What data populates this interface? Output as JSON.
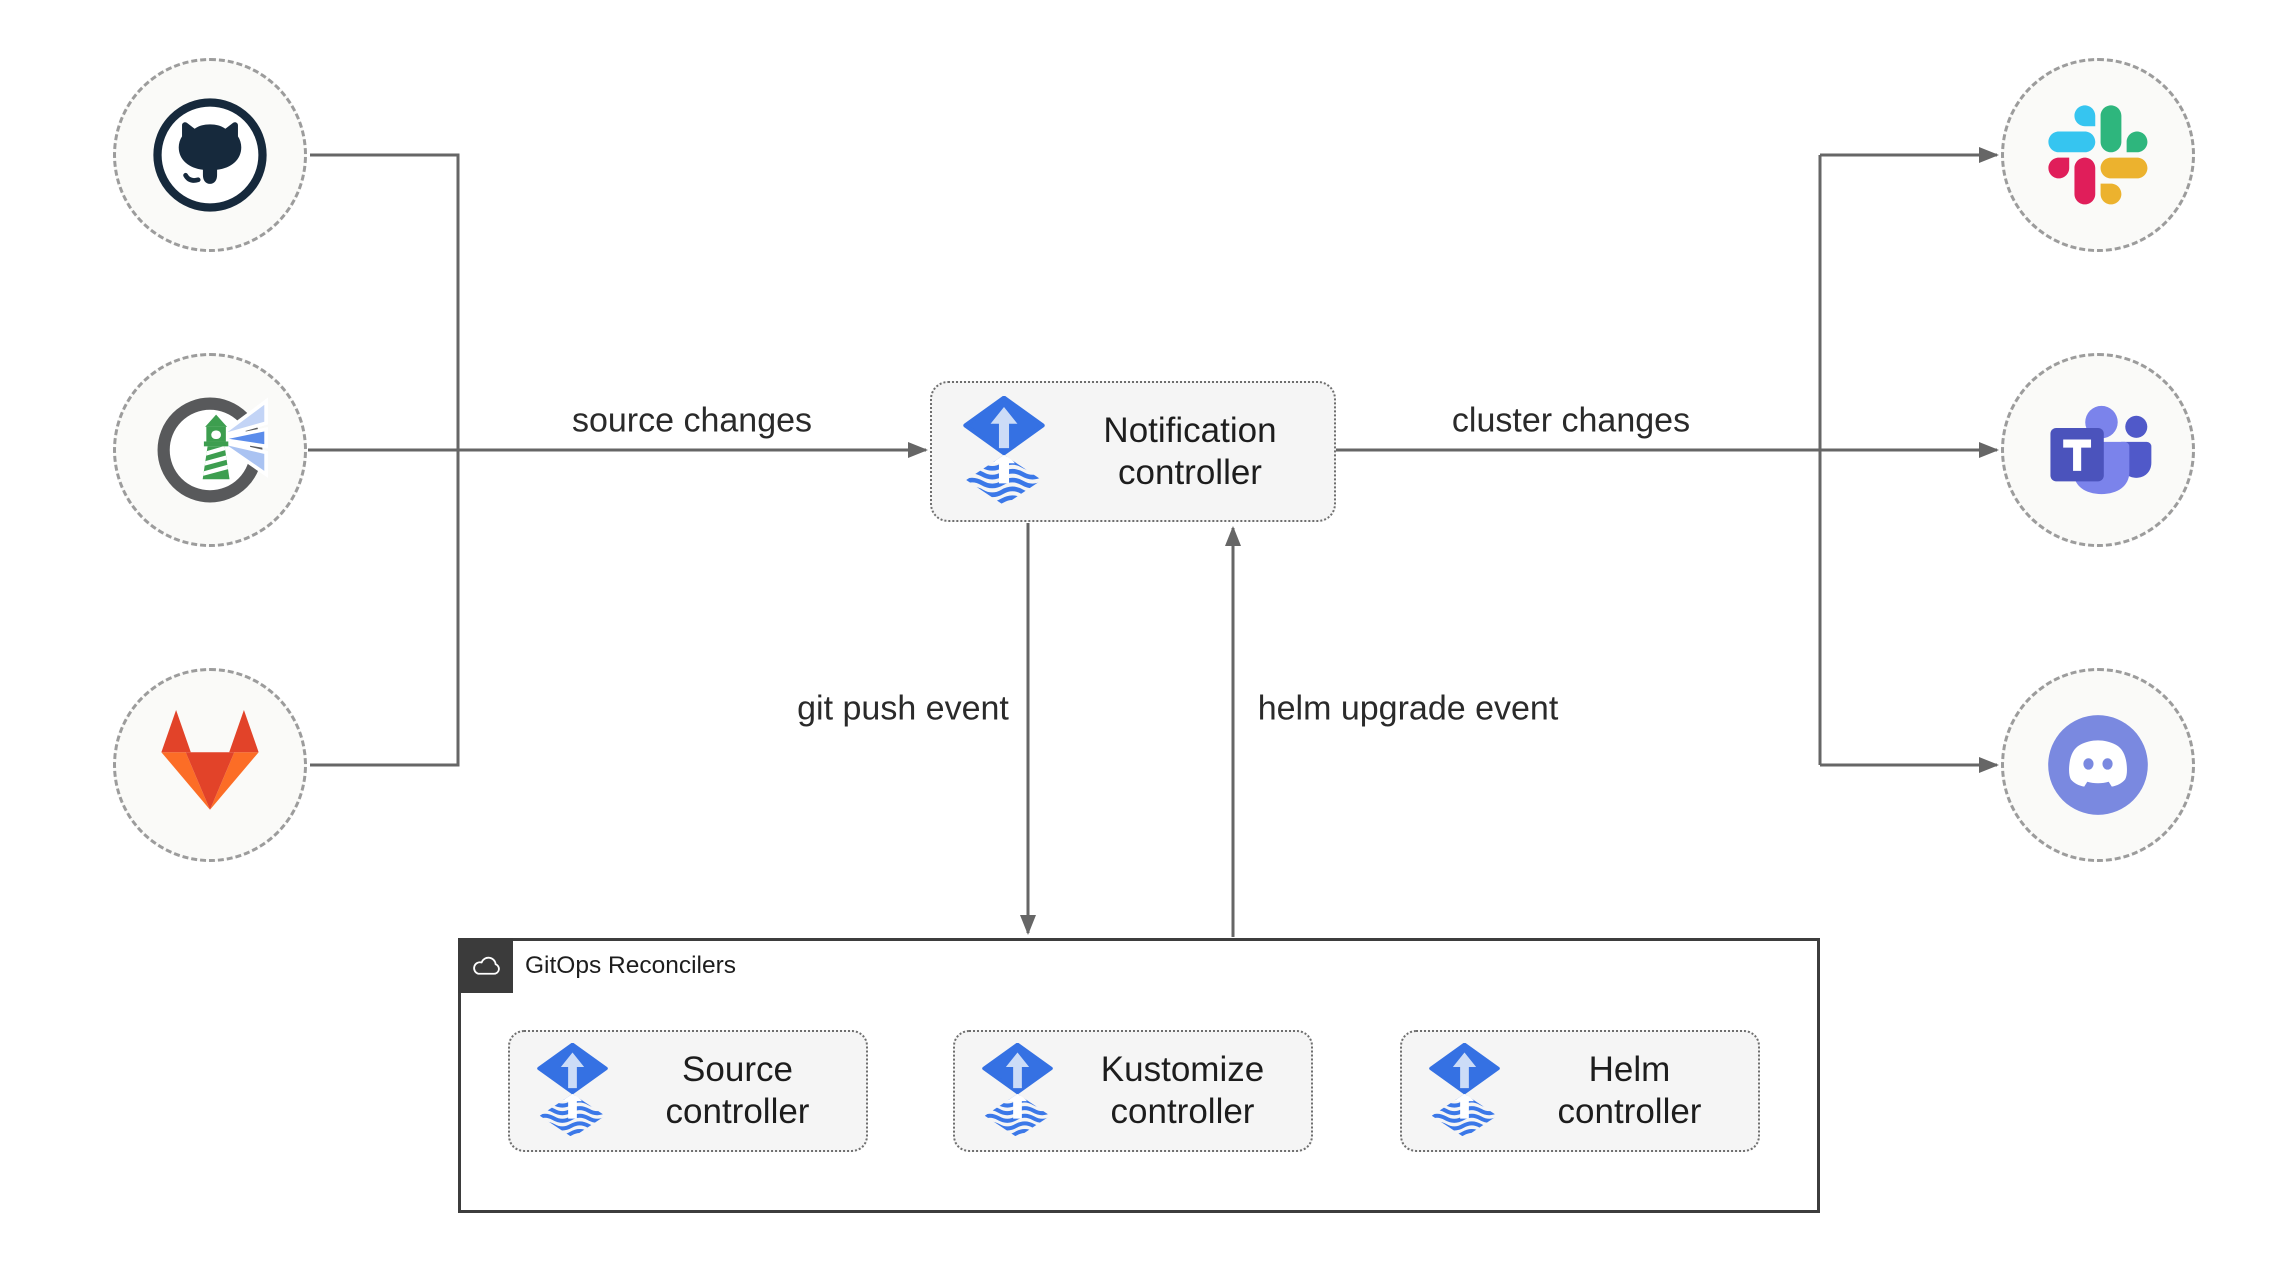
{
  "edges": {
    "source_changes": "source changes",
    "cluster_changes": "cluster changes",
    "git_push_event": "git push event",
    "helm_upgrade_event": "helm upgrade event"
  },
  "nodes": {
    "notification_controller": {
      "label": "Notification controller",
      "icon": "flux-icon"
    },
    "source_controller": {
      "label": "Source controller",
      "icon": "flux-icon"
    },
    "kustomize_controller": {
      "label": "Kustomize controller",
      "icon": "flux-icon"
    },
    "helm_controller": {
      "label": "Helm controller",
      "icon": "flux-icon"
    }
  },
  "group": {
    "label": "GitOps Reconcilers",
    "icon": "cloud-icon"
  },
  "sources": [
    {
      "icon": "github-icon"
    },
    {
      "icon": "harbor-icon"
    },
    {
      "icon": "gitlab-icon"
    }
  ],
  "targets": [
    {
      "icon": "slack-icon"
    },
    {
      "icon": "teams-icon"
    },
    {
      "icon": "discord-icon"
    }
  ],
  "colors": {
    "connector": "#666666",
    "node_bg": "#f5f5f5",
    "flux_blue": "#3571e3",
    "github_dark": "#16293c",
    "harbor_green": "#3d9e4f",
    "gitlab_red": "#e24329",
    "gitlab_orange": "#fc6d26",
    "slack_blue": "#36C5F0",
    "slack_green": "#2EB67D",
    "slack_yellow": "#ECB22E",
    "slack_red": "#E01E5A",
    "teams_purple": "#4b53bc",
    "discord_blurple": "#7a89e0"
  }
}
